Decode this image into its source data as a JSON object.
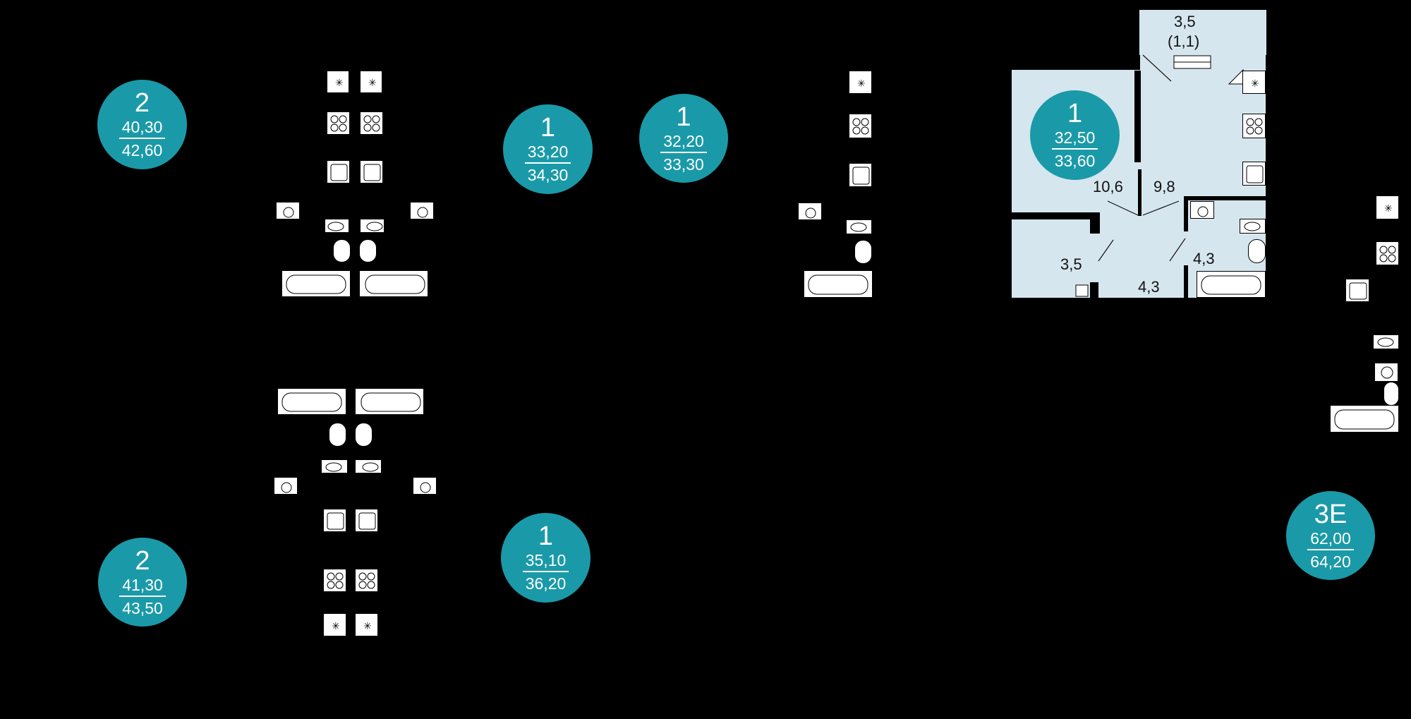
{
  "colors": {
    "background": "#000000",
    "badge": "#1a9aa8",
    "room_fill": "#d6e6ee",
    "fixture_fill": "#ffffff"
  },
  "badges": [
    {
      "rooms": "2",
      "area_living": "40,30",
      "area_total": "42,60"
    },
    {
      "rooms": "1",
      "area_living": "33,20",
      "area_total": "34,30"
    },
    {
      "rooms": "1",
      "area_living": "32,20",
      "area_total": "33,30"
    },
    {
      "rooms": "1",
      "area_living": "32,50",
      "area_total": "33,60"
    },
    {
      "rooms": "2",
      "area_living": "41,30",
      "area_total": "43,50"
    },
    {
      "rooms": "1",
      "area_living": "35,10",
      "area_total": "36,20"
    },
    {
      "rooms": "3E",
      "area_living": "62,00",
      "area_total": "64,20"
    }
  ],
  "plan_labels": {
    "balcony_area": "3,5",
    "balcony_reduced": "(1,1)",
    "room": "10,6",
    "kitchen": "9,8",
    "hall": "3,5",
    "corridor": "4,3",
    "bathroom": "4,3"
  },
  "fixture_icons": [
    "stove-icon",
    "hob-icon",
    "sink-icon",
    "toilet-icon",
    "washbasin-icon",
    "bathtub-icon",
    "washing-machine-icon"
  ]
}
